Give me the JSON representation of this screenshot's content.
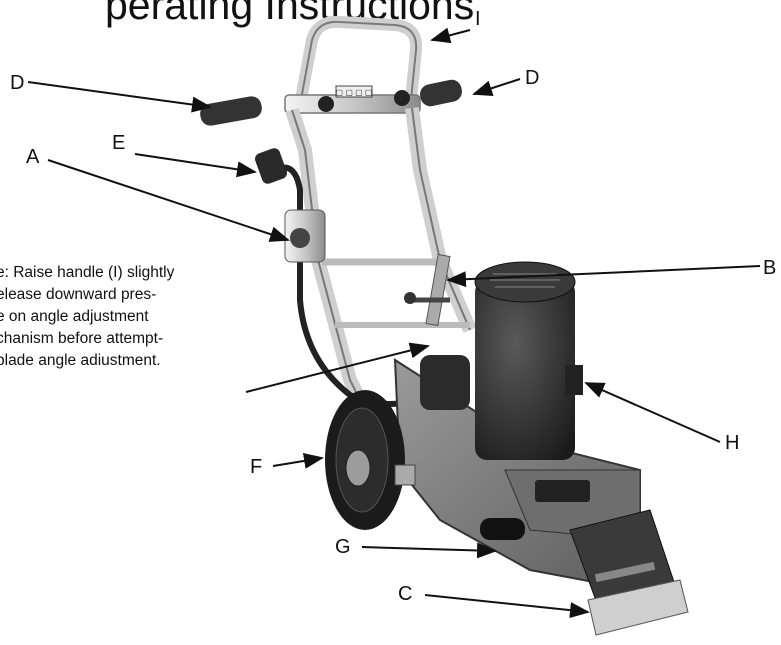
{
  "heading": "perating Instructions",
  "callouts": {
    "I": "I",
    "D_left": "D",
    "D_right": "D",
    "E": "E",
    "A": "A",
    "B": "B",
    "H": "H",
    "F": "F",
    "G": "G",
    "C": "C"
  },
  "note_lines": [
    "e: Raise handle (I) slightly",
    "elease downward pres-",
    "e on angle adjustment",
    "chanism before attempt-",
    "blade angle adiustment."
  ],
  "machine_label": "▢ ▢ ▢ ▢"
}
